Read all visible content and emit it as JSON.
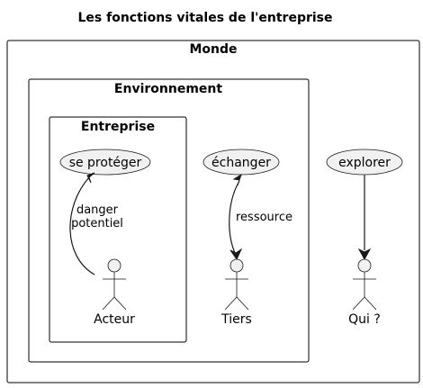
{
  "title": "Les fonctions vitales de l'entreprise",
  "frames": {
    "monde": "Monde",
    "environnement": "Environnement",
    "entreprise": "Entreprise"
  },
  "usecases": {
    "se_proteger": "se protéger",
    "echanger": "échanger",
    "explorer": "explorer"
  },
  "actors": {
    "acteur": "Acteur",
    "tiers": "Tiers",
    "qui": "Qui ?"
  },
  "edges": {
    "danger_line1": "danger",
    "danger_line2": "potentiel",
    "ressource": "ressource"
  }
}
